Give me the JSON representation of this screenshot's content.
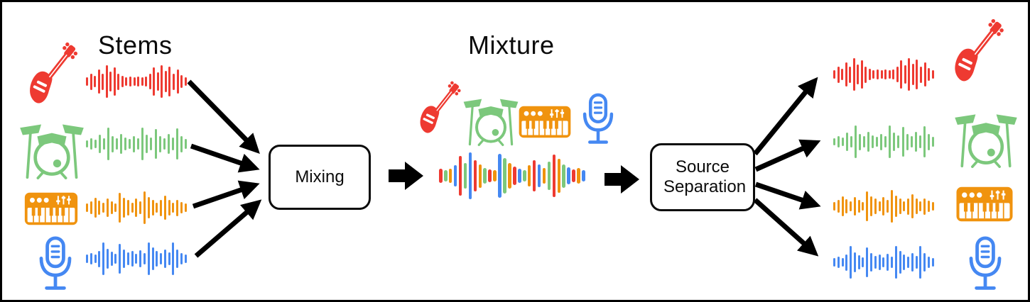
{
  "titles": {
    "stems": "Stems",
    "mixture": "Mixture"
  },
  "nodes": {
    "mixing": "Mixing",
    "source_separation": "Source Separation"
  },
  "colors": {
    "red": "#EE3A31",
    "green": "#7CC87C",
    "orange": "#F0930E",
    "blue": "#4588F2",
    "arrow": "#000000",
    "outline": "#0b0b0b"
  },
  "instruments": [
    {
      "name": "bass-guitar",
      "icon": "bass-guitar-icon",
      "color": "red",
      "wave": {
        "color": "red",
        "heights": [
          0.28,
          0.5,
          0.34,
          0.72,
          0.5,
          1.0,
          0.62,
          0.88,
          0.5,
          0.34,
          0.24,
          0.3,
          0.24,
          0.3,
          0.24,
          0.3,
          0.46,
          0.88,
          0.56,
          1.0,
          0.66,
          0.92,
          0.5,
          0.72,
          0.4,
          0.26
        ]
      }
    },
    {
      "name": "drum-kit",
      "icon": "drum-kit-icon",
      "color": "green",
      "wave": {
        "color": "green",
        "heights": [
          0.22,
          0.34,
          0.26,
          0.55,
          0.34,
          1.0,
          0.5,
          0.34,
          0.62,
          0.4,
          0.3,
          0.5,
          0.34,
          1.0,
          0.55,
          0.4,
          0.92,
          0.5,
          0.34,
          0.6,
          0.4,
          0.95,
          0.5,
          0.3
        ]
      }
    },
    {
      "name": "synthesizer-keyboard",
      "icon": "synthesizer-icon",
      "color": "orange",
      "wave": {
        "color": "orange",
        "heights": [
          0.24,
          0.4,
          0.62,
          0.44,
          0.3,
          0.56,
          0.4,
          0.28,
          0.9,
          0.62,
          0.46,
          0.32,
          0.56,
          0.4,
          1.0,
          0.64,
          0.46,
          0.3,
          0.5,
          0.72,
          0.46,
          0.32,
          0.5,
          0.34,
          0.24
        ]
      }
    },
    {
      "name": "vocals-microphone",
      "icon": "microphone-icon",
      "color": "blue",
      "wave": {
        "color": "blue",
        "heights": [
          0.24,
          0.34,
          0.28,
          0.5,
          1.0,
          0.62,
          0.44,
          0.3,
          0.9,
          0.56,
          0.4,
          0.46,
          0.3,
          0.52,
          0.36,
          1.0,
          0.68,
          0.48,
          0.34,
          0.58,
          0.4,
          0.98,
          0.55,
          0.36,
          0.24
        ]
      }
    }
  ],
  "mixture_wave": {
    "cycle": [
      "red",
      "green",
      "orange",
      "blue",
      "red",
      "green",
      "blue",
      "red",
      "orange",
      "green",
      "red",
      "orange",
      "blue",
      "green",
      "orange",
      "red",
      "blue",
      "green",
      "orange",
      "red",
      "blue",
      "orange",
      "green",
      "red",
      "orange",
      "green",
      "blue",
      "red",
      "orange",
      "blue"
    ],
    "heights": [
      0.3,
      0.24,
      0.3,
      0.44,
      0.85,
      0.55,
      1.0,
      0.66,
      0.5,
      0.34,
      0.28,
      0.24,
      0.95,
      0.75,
      0.55,
      0.4,
      0.3,
      0.24,
      0.44,
      0.66,
      0.48,
      0.34,
      0.6,
      0.92,
      0.72,
      0.5,
      0.36,
      0.28,
      0.32,
      0.24
    ]
  }
}
